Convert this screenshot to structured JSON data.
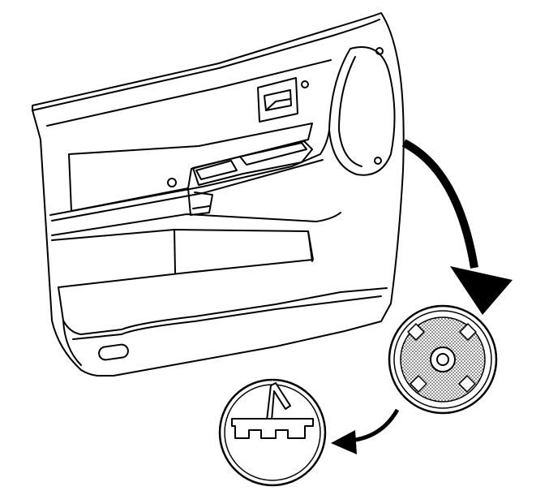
{
  "diagram": {
    "components": [
      {
        "id": "door-panel",
        "icon": "door-trim-panel-icon"
      },
      {
        "id": "speaker-grille",
        "icon": "speaker-grille-icon"
      },
      {
        "id": "retainer-detail",
        "icon": "retainer-clip-detail-icon"
      },
      {
        "id": "tool-detail",
        "icon": "trim-tool-detail-icon"
      }
    ],
    "colors": {
      "line": "#000000",
      "background": "#ffffff",
      "stipple": "#b8b8b8"
    }
  }
}
